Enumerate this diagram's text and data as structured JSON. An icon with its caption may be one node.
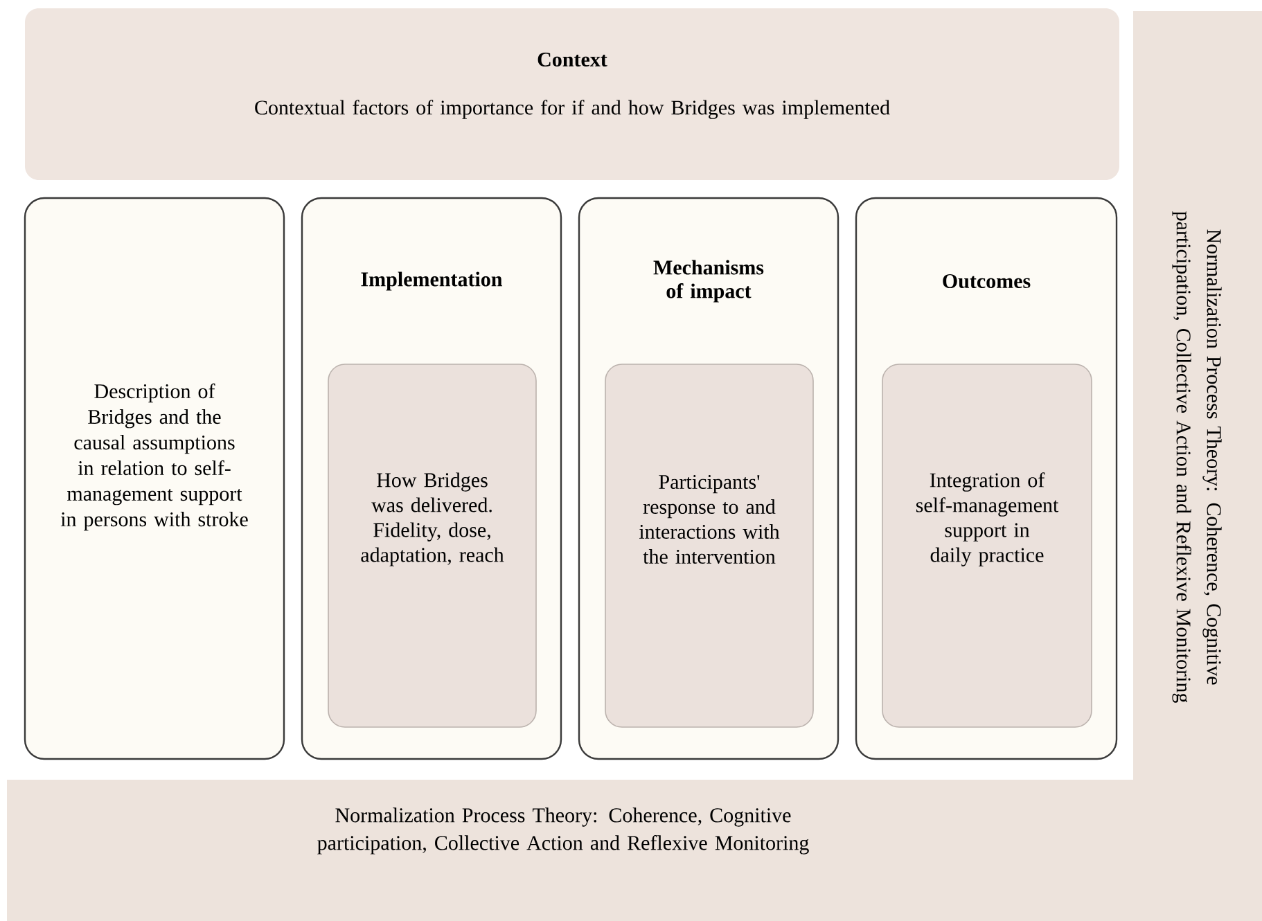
{
  "diagram": {
    "nodes": [
      {
        "text": [
          "Context",
          "Contextual factors of importance for if and how Bridges was implemented"
        ]
      },
      {
        "text": [
          "Description of Bridges and the causal assumptions in relation to self-management support in persons with stroke"
        ]
      },
      {
        "text": [
          "Implementation"
        ]
      },
      {
        "text": [
          "How Bridges was delivered. Fidelity, dose, adaptation, reach"
        ],
        "in": 2
      },
      {
        "text": [
          "Mechanisms of impact"
        ]
      },
      {
        "text": [
          "Participants' response to and interactions with the intervention"
        ],
        "in": 4
      },
      {
        "text": [
          "Outcomes"
        ]
      },
      {
        "text": [
          "Integration of self-management support in daily practice"
        ],
        "in": 6
      },
      {
        "text": [
          "Normalization Process Theory: Coherence, Cognitive participation, Collective Action and Reflexive Monitoring"
        ]
      },
      {
        "text": [
          "Normalization Process Theory: Coherence, Cognitive participation, Collective Action and Reflexive Monitoring"
        ]
      }
    ]
  }
}
